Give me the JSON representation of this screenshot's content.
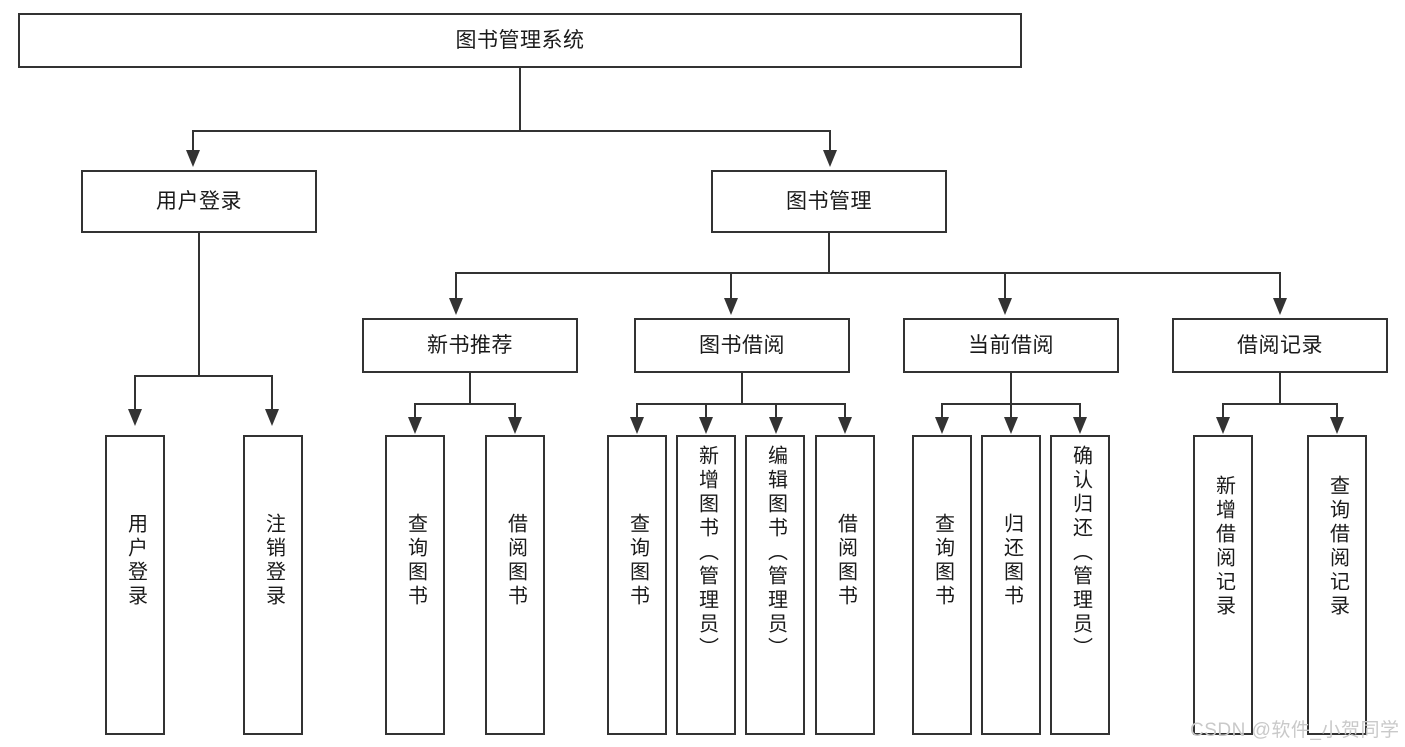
{
  "diagram": {
    "title": "图书管理系统",
    "type": "tree",
    "watermark": "CSDN @软件_小贺同学",
    "colors": {
      "box_border": "#333333",
      "box_fill": "#ffffff",
      "connector": "#333333",
      "text": "#1a1a1a",
      "watermark": "#c9c9c9",
      "background": "#ffffff"
    },
    "root": {
      "label": "图书管理系统"
    },
    "level2": [
      {
        "label": "用户登录"
      },
      {
        "label": "图书管理"
      }
    ],
    "level3": [
      {
        "label": "新书推荐"
      },
      {
        "label": "图书借阅"
      },
      {
        "label": "当前借阅"
      },
      {
        "label": "借阅记录"
      }
    ],
    "leaves": {
      "user_login": [
        {
          "label": "用户登录"
        },
        {
          "label": "注销登录"
        }
      ],
      "new_book_recommend": [
        {
          "label": "查询图书"
        },
        {
          "label": "借阅图书"
        }
      ],
      "book_borrow": [
        {
          "label": "查询图书"
        },
        {
          "label": "新增图书（管理员）"
        },
        {
          "label": "编辑图书（管理员）"
        },
        {
          "label": "借阅图书"
        }
      ],
      "current_borrow": [
        {
          "label": "查询图书"
        },
        {
          "label": "归还图书"
        },
        {
          "label": "确认归还（管理员）"
        }
      ],
      "borrow_record": [
        {
          "label": "新增借阅记录"
        },
        {
          "label": "查询借阅记录"
        }
      ]
    }
  }
}
